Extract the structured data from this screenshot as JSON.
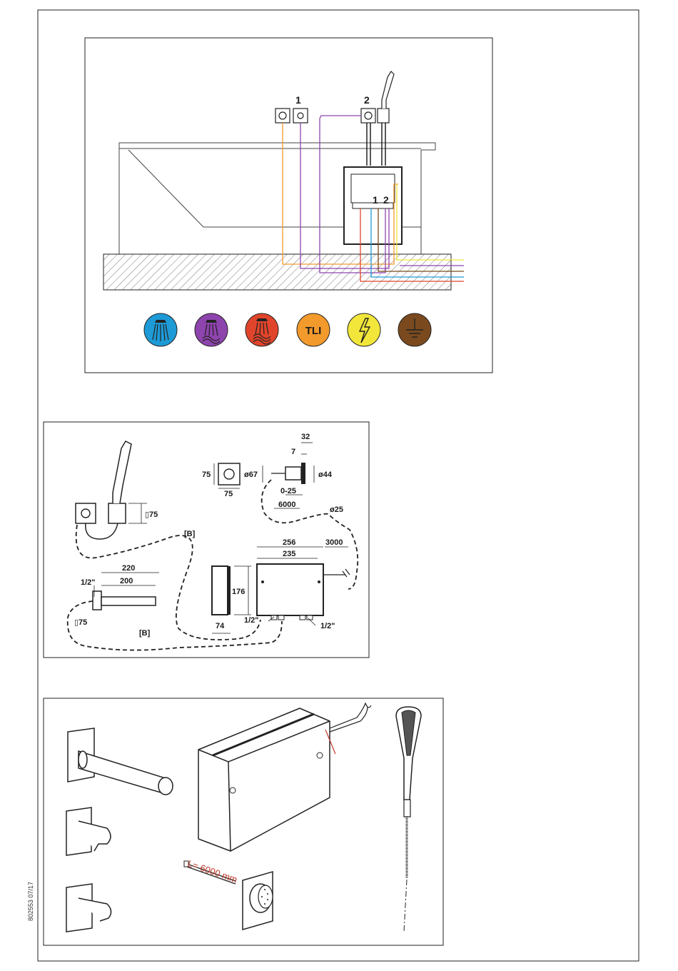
{
  "document_code": "802553 07/17",
  "top_diagram": {
    "outlet_labels": [
      "1",
      "2"
    ],
    "box_port_labels": [
      "1",
      "2"
    ],
    "symbols": [
      {
        "name": "cold-water-symbol",
        "color": "#1e9ad6"
      },
      {
        "name": "warm-water-symbol",
        "color": "#8e44ad"
      },
      {
        "name": "hot-water-symbol",
        "color": "#e0452b"
      },
      {
        "name": "tli-symbol",
        "color": "#f39a2c",
        "text": "TLI"
      },
      {
        "name": "power-symbol",
        "color": "#f2e63a"
      },
      {
        "name": "earth-symbol",
        "color": "#7a4a1e"
      }
    ]
  },
  "dimension_diagram": {
    "labels": {
      "d32": "32",
      "d7": "7",
      "d44": "ø44",
      "d67": "ø67",
      "d75a": "75",
      "d75b": "75",
      "d0_25": "0-25",
      "d6000": "6000",
      "d25": "ø25",
      "sq75a": "▯75",
      "B1": "[B]",
      "d256": "256",
      "d235": "235",
      "d3000": "3000",
      "d220": "220",
      "d200": "200",
      "half1": "1/2\"",
      "sq75b": "▯75",
      "d176": "176",
      "d74": "74",
      "B2": "[B]",
      "half2": "1/2\"",
      "half3": "1/2\""
    }
  },
  "product_view": {
    "cable_label": "L= 6000 mm"
  }
}
